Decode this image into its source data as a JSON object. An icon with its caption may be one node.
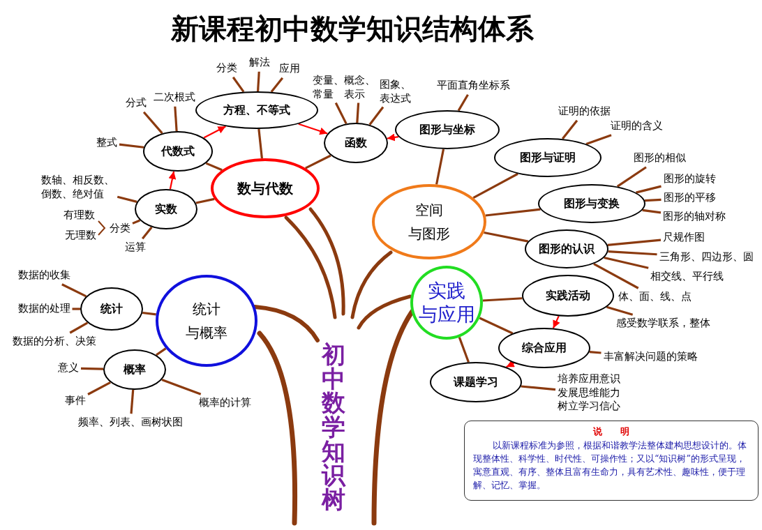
{
  "diagram": {
    "title": "新课程初中数学知识结构体系",
    "nodes": [
      {
        "text": [
          "数与代数"
        ]
      },
      {
        "text": [
          "代数式"
        ]
      },
      {
        "text": [
          "分式"
        ]
      },
      {
        "text": [
          "二次根式"
        ]
      },
      {
        "text": [
          "整式"
        ]
      },
      {
        "text": [
          "实数"
        ]
      },
      {
        "text": [
          "数轴、相反数、倒数、绝对值"
        ]
      },
      {
        "text": [
          "分类"
        ]
      },
      {
        "text": [
          "运算"
        ]
      },
      {
        "text": [
          "方程、不等式"
        ]
      },
      {
        "text": [
          "分类"
        ]
      },
      {
        "text": [
          "解法"
        ]
      },
      {
        "text": [
          "应用"
        ]
      },
      {
        "text": [
          "函数"
        ]
      },
      {
        "text": [
          "变量、常量"
        ]
      },
      {
        "text": [
          "概念、表示"
        ]
      },
      {
        "text": [
          "图象、表达式"
        ]
      },
      {
        "text": [
          "图形与坐标"
        ]
      },
      {
        "text": [
          "平面直角坐标系"
        ]
      },
      {
        "text": [
          "空间与图形"
        ]
      },
      {
        "text": [
          "图形与证明"
        ]
      },
      {
        "text": [
          "证明的依据"
        ]
      },
      {
        "text": [
          "证明的含义"
        ]
      },
      {
        "text": [
          "图形与变换"
        ]
      },
      {
        "text": [
          "图形的相似"
        ]
      },
      {
        "text": [
          "图形的旋转"
        ]
      },
      {
        "text": [
          "图形的平移"
        ]
      },
      {
        "text": [
          "图形的轴对称"
        ]
      },
      {
        "text": [
          "图形的认识"
        ]
      },
      {
        "text": [
          "尺规作图"
        ]
      },
      {
        "text": [
          "三角形、四边形、圆"
        ]
      },
      {
        "text": [
          "相交线、平行线"
        ]
      },
      {
        "text": [
          "体、面、线、点"
        ]
      },
      {
        "text": [
          "实践与应用"
        ]
      },
      {
        "text": [
          "实践活动"
        ]
      },
      {
        "text": [
          "感受数学联系，整体"
        ]
      },
      {
        "text": [
          "综合应用"
        ]
      },
      {
        "text": [
          "丰富解决问题的策略"
        ]
      },
      {
        "text": [
          "课题学习"
        ]
      },
      {
        "text": [
          "培养应用意识发展思维能力树立学习信心"
        ]
      },
      {
        "text": [
          "统计与概率"
        ]
      },
      {
        "text": [
          "统计"
        ]
      },
      {
        "text": [
          "数据的收集"
        ]
      },
      {
        "text": [
          "数据的处理"
        ]
      },
      {
        "text": [
          "数据的分析、决策"
        ]
      },
      {
        "text": [
          "概率"
        ]
      },
      {
        "text": [
          "意义"
        ]
      },
      {
        "text": [
          "事件"
        ]
      },
      {
        "text": [
          "频率、列表、画树状图"
        ]
      },
      {
        "text": [
          "概率的计算"
        ]
      },
      {
        "text": [
          "说明",
          "以新课程标准为参照，根据和谐教学法整体建构思想设计的。体现整体性、科学性、时代性、可操作性；又以“知识树”的形式呈现，寓意直观、有序、整体且富有生命力，具有艺术性、趣味性，便于理解、记忆、掌握。"
        ]
      }
    ],
    "edges": [
      {
        "from": 0,
        "to": 1,
        "arrow": "none"
      },
      {
        "from": 0,
        "to": 5,
        "arrow": "none"
      },
      {
        "from": 0,
        "to": 9,
        "arrow": "none"
      },
      {
        "from": 0,
        "to": 13,
        "arrow": "none"
      },
      {
        "from": 1,
        "to": 2,
        "arrow": "none"
      },
      {
        "from": 1,
        "to": 3,
        "arrow": "none"
      },
      {
        "from": 1,
        "to": 4,
        "arrow": "none"
      },
      {
        "from": 5,
        "to": 6,
        "arrow": "none"
      },
      {
        "from": 5,
        "to": 7,
        "arrow": "none"
      },
      {
        "from": 5,
        "to": 8,
        "arrow": "none"
      },
      {
        "from": 9,
        "to": 10,
        "arrow": "none"
      },
      {
        "from": 9,
        "to": 11,
        "arrow": "none"
      },
      {
        "from": 9,
        "to": 12,
        "arrow": "none"
      },
      {
        "from": 13,
        "to": 14,
        "arrow": "none"
      },
      {
        "from": 13,
        "to": 15,
        "arrow": "none"
      },
      {
        "from": 13,
        "to": 16,
        "arrow": "none"
      },
      {
        "from": 17,
        "to": 18,
        "arrow": "none"
      },
      {
        "from": 19,
        "to": 17,
        "arrow": "none"
      },
      {
        "from": 19,
        "to": 20,
        "arrow": "none"
      },
      {
        "from": 20,
        "to": 21,
        "arrow": "none"
      },
      {
        "from": 20,
        "to": 22,
        "arrow": "none"
      },
      {
        "from": 19,
        "to": 23,
        "arrow": "none"
      },
      {
        "from": 23,
        "to": 24,
        "arrow": "none"
      },
      {
        "from": 23,
        "to": 25,
        "arrow": "none"
      },
      {
        "from": 23,
        "to": 26,
        "arrow": "none"
      },
      {
        "from": 23,
        "to": 27,
        "arrow": "none"
      },
      {
        "from": 19,
        "to": 28,
        "arrow": "none"
      },
      {
        "from": 28,
        "to": 29,
        "arrow": "none"
      },
      {
        "from": 28,
        "to": 30,
        "arrow": "none"
      },
      {
        "from": 28,
        "to": 31,
        "arrow": "none"
      },
      {
        "from": 28,
        "to": 32,
        "arrow": "none"
      },
      {
        "from": 33,
        "to": 34,
        "arrow": "none"
      },
      {
        "from": 34,
        "to": 35,
        "arrow": "none"
      },
      {
        "from": 33,
        "to": 36,
        "arrow": "none"
      },
      {
        "from": 36,
        "to": 37,
        "arrow": "none"
      },
      {
        "from": 33,
        "to": 38,
        "arrow": "none"
      },
      {
        "from": 38,
        "to": 39,
        "arrow": "none"
      },
      {
        "from": 40,
        "to": 41,
        "arrow": "none"
      },
      {
        "from": 41,
        "to": 42,
        "arrow": "none"
      },
      {
        "from": 41,
        "to": 43,
        "arrow": "none"
      },
      {
        "from": 41,
        "to": 44,
        "arrow": "none"
      },
      {
        "from": 40,
        "to": 45,
        "arrow": "none"
      },
      {
        "from": 45,
        "to": 46,
        "arrow": "none"
      },
      {
        "from": 45,
        "to": 47,
        "arrow": "none"
      },
      {
        "from": 45,
        "to": 48,
        "arrow": "none"
      },
      {
        "from": 45,
        "to": 49,
        "arrow": "none"
      },
      {
        "from": 5,
        "to": 1,
        "arrow": "to",
        "color": "#ff0000"
      },
      {
        "from": 1,
        "to": 9,
        "arrow": "to",
        "color": "#ff0000"
      },
      {
        "from": 9,
        "to": 13,
        "arrow": "to",
        "color": "#ff0000"
      },
      {
        "from": 17,
        "to": 13,
        "arrow": "to",
        "color": "#ff0000"
      },
      {
        "from": 34,
        "to": 36,
        "arrow": "to",
        "color": "#ff0000"
      },
      {
        "from": 36,
        "to": 38,
        "arrow": "to",
        "color": "#ff0000"
      }
    ],
    "labels": [
      "有理数",
      "无理数",
      "初中数学知识树"
    ]
  }
}
